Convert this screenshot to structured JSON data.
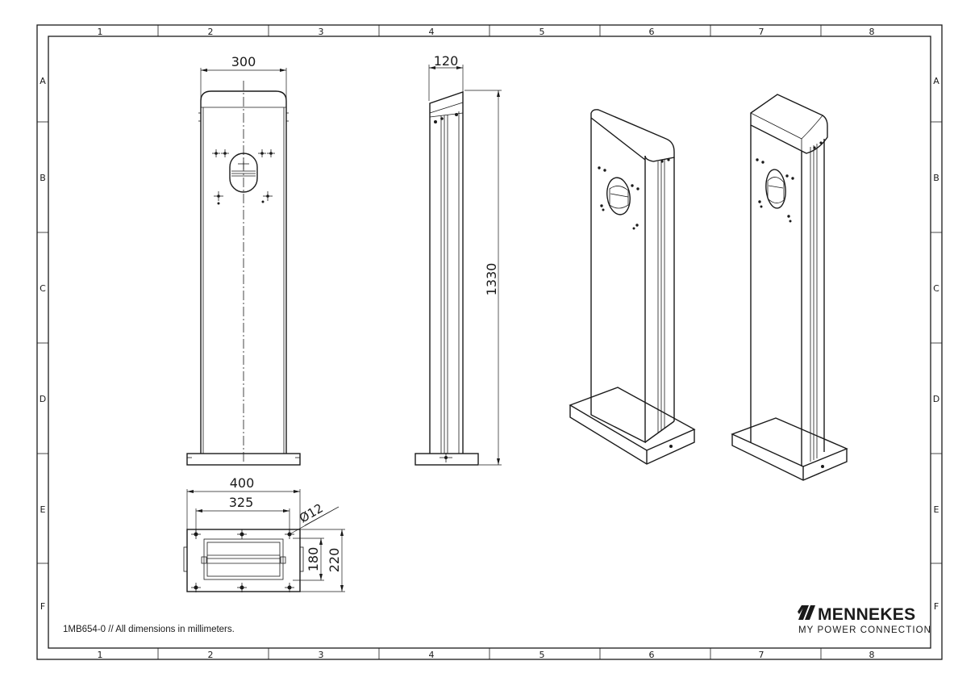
{
  "grid": {
    "columns": [
      "1",
      "2",
      "3",
      "4",
      "5",
      "6",
      "7",
      "8"
    ],
    "rows": [
      "A",
      "B",
      "C",
      "D",
      "E",
      "F"
    ]
  },
  "dimensions": {
    "front_width": "300",
    "side_depth": "120",
    "height": "1330",
    "base_width": "400",
    "hole_spacing": "325",
    "hole_diameter": "Ø12",
    "base_inner_depth": "180",
    "base_depth": "220"
  },
  "footer": {
    "note": "1MB654-0 // All dimensions in millimeters."
  },
  "logo": {
    "brand": "MENNEKES",
    "tagline": "MY POWER CONNECTION"
  }
}
